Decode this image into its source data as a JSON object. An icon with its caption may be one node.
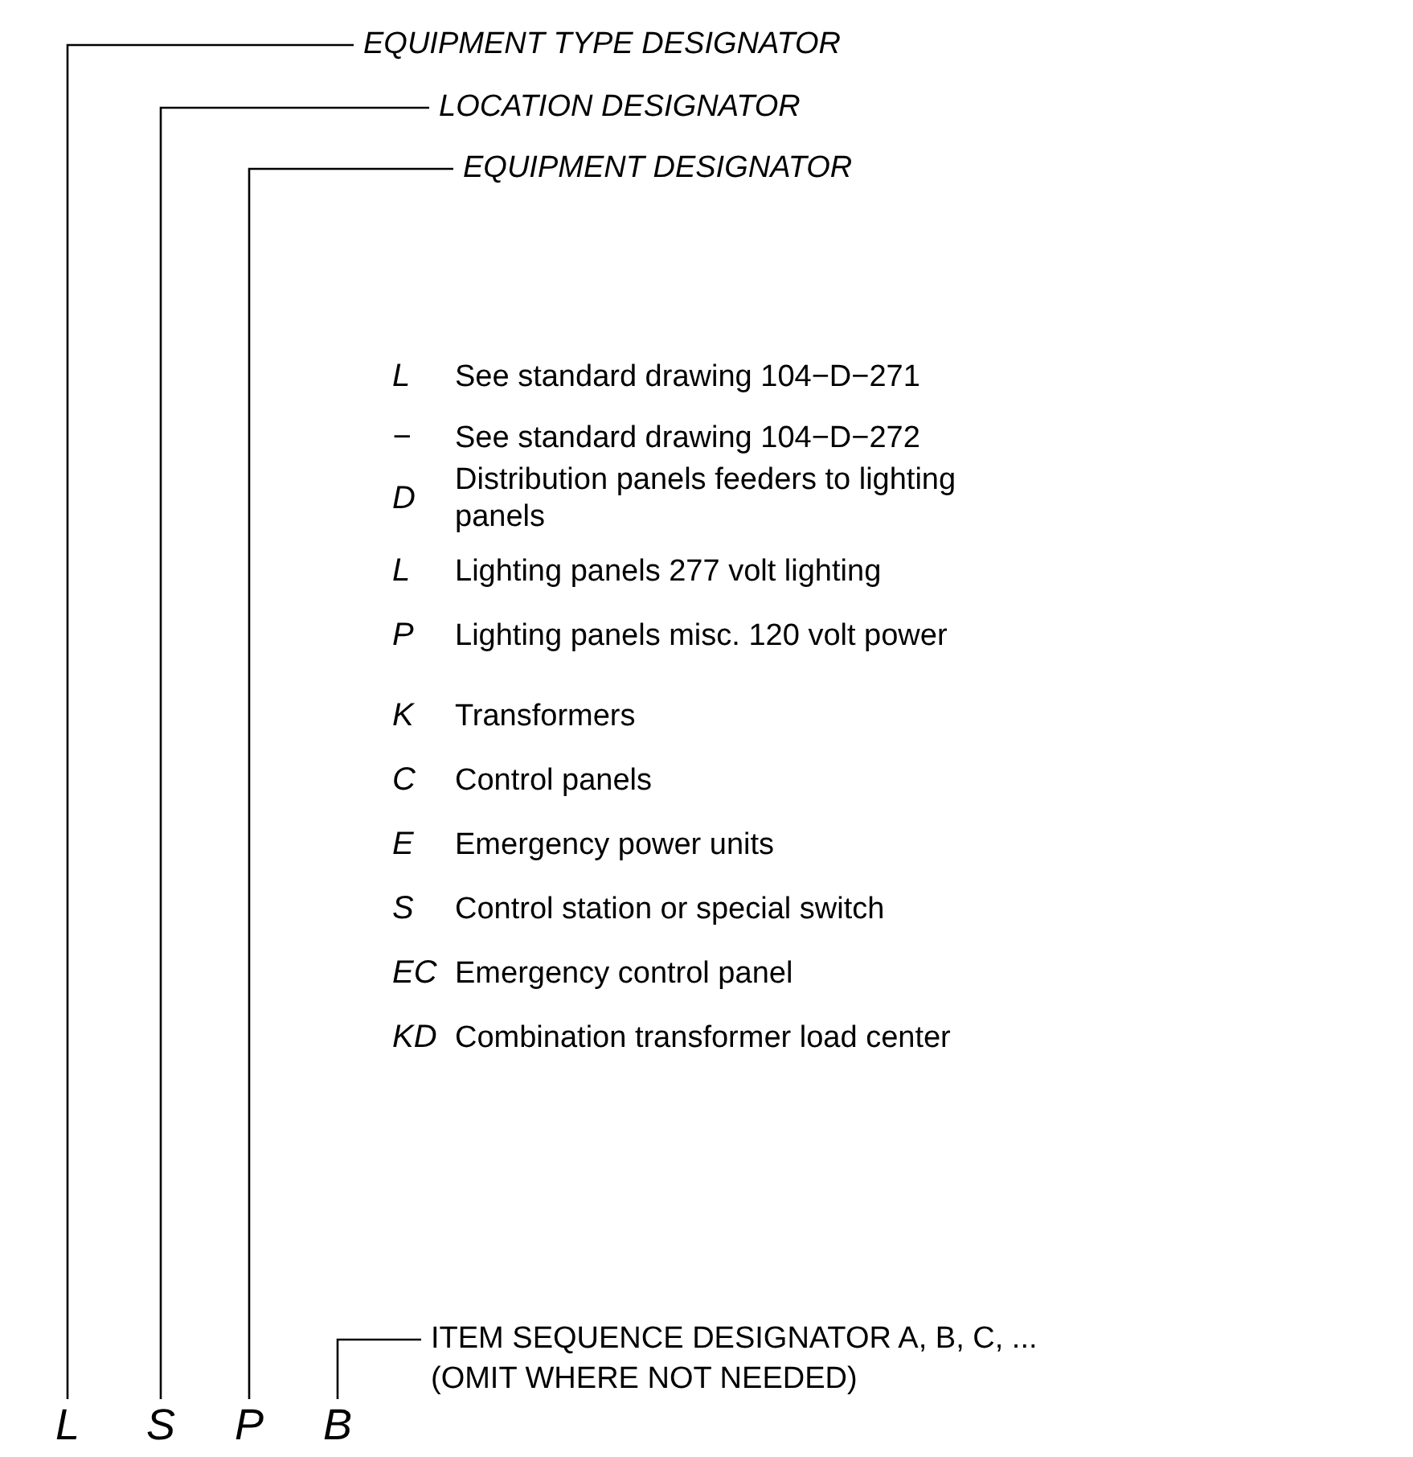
{
  "diagram": {
    "nodes": [
      {
        "text": [
          "L"
        ]
      },
      {
        "text": [
          "S"
        ]
      },
      {
        "text": [
          "P"
        ]
      },
      {
        "text": [
          "B"
        ]
      },
      {
        "text": [
          "EQUIPMENT TYPE DESIGNATOR"
        ]
      },
      {
        "text": [
          "LOCATION DESIGNATOR"
        ]
      },
      {
        "text": [
          "EQUIPMENT DESIGNATOR"
        ]
      },
      {
        "text": [
          "ITEM SEQUENCE DESIGNATOR A, B, C, ... (OMIT WHERE NOT NEEDED)"
        ]
      }
    ],
    "edges": [
      {
        "from": 0,
        "to": 4,
        "arrow": "none"
      },
      {
        "from": 1,
        "to": 5,
        "arrow": "none"
      },
      {
        "from": 2,
        "to": 6,
        "arrow": "none"
      },
      {
        "from": 3,
        "to": 7,
        "arrow": "none"
      }
    ],
    "labels": [
      "L",
      "See standard drawing 104−D−271",
      "−",
      "See standard drawing 104−D−272",
      "D",
      "Distribution panels feeders to lighting panels",
      "L",
      "Lighting panels 277 volt lighting",
      "P",
      "Lighting panels misc. 120 volt power",
      "K",
      "Transformers",
      "C",
      "Control panels",
      "E",
      "Emergency power units",
      "S",
      "Control station or special switch",
      "EC",
      "Emergency control panel",
      "KD",
      "Combination transformer load center"
    ]
  }
}
